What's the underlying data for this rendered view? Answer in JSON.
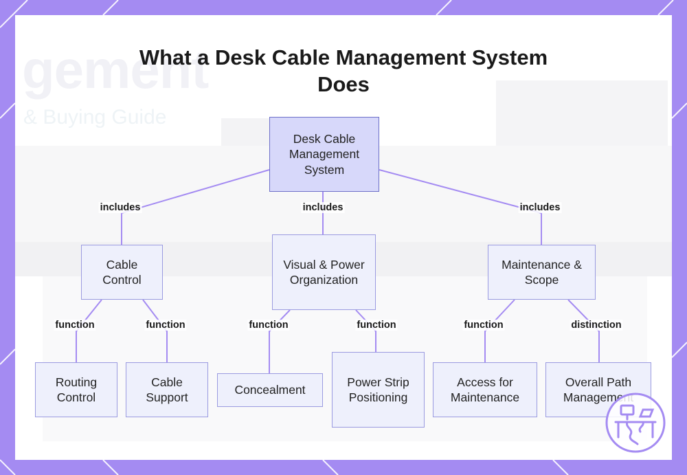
{
  "diagram": {
    "title": "What a Desk Cable Management System Does",
    "background_ghost_text": "gement",
    "background_ghost_subtext": "& Buying Guide",
    "nodes": {
      "root": "Desk Cable Management System",
      "cable_control": "Cable Control",
      "visual_power": "Visual & Power Organization",
      "maintenance_scope": "Maintenance & Scope",
      "routing_control": "Routing Control",
      "cable_support": "Cable Support",
      "concealment": "Concealment",
      "power_strip": "Power Strip Positioning",
      "access_maintenance": "Access for Maintenance",
      "overall_path": "Overall Path Management"
    },
    "edges": {
      "root_cable_control": "includes",
      "root_visual_power": "includes",
      "root_maintenance": "includes",
      "cable_control_routing": "function",
      "cable_control_support": "function",
      "visual_concealment": "function",
      "visual_power_strip": "function",
      "maintenance_access": "function",
      "maintenance_overall": "distinction"
    },
    "colors": {
      "frame": "#a48bf2",
      "node_fill": "#eef0fc",
      "root_fill": "#d7d8fa",
      "edge": "#a48bf2"
    },
    "logo_icon": "desk-cable-logo-icon"
  }
}
